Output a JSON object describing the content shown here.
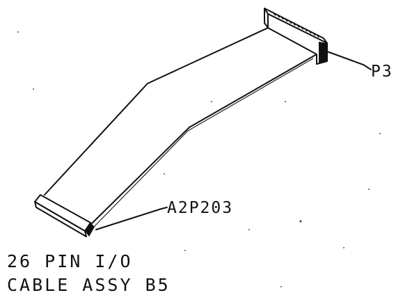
{
  "labels": {
    "top_connector": "P3",
    "bottom_connector": "A2P203"
  },
  "caption": {
    "line1": "26 PIN I/O",
    "line2": "CABLE ASSY B5"
  },
  "colors": {
    "ink": "#111111",
    "paper": "#ffffff"
  }
}
